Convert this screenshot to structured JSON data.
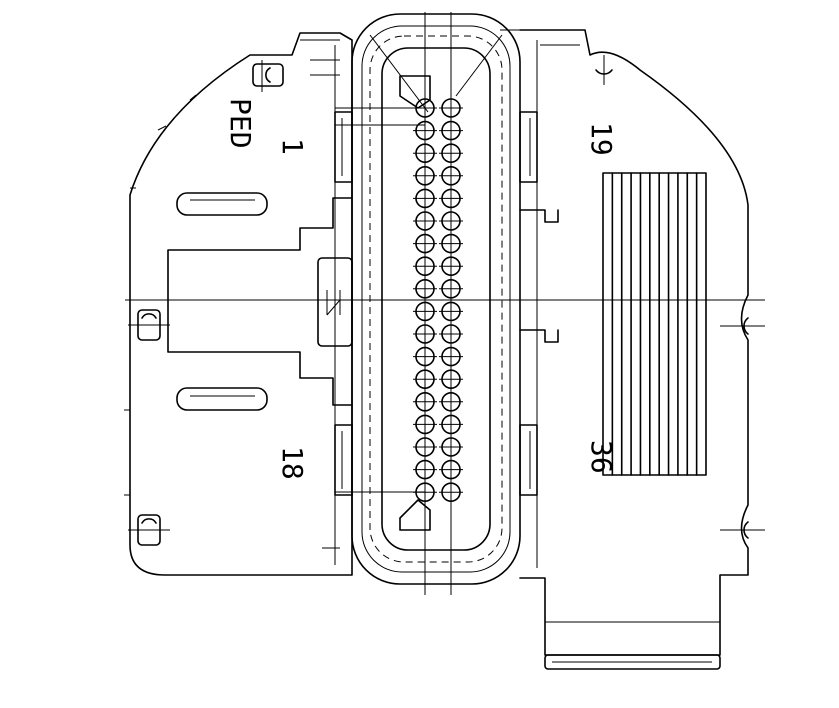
{
  "labels": {
    "pin_first": "1",
    "pin_last_row1": "18",
    "pin_first_row2": "19",
    "pin_last": "36",
    "marker": "PED"
  },
  "pins": {
    "rows": 2,
    "per_row": 18
  }
}
